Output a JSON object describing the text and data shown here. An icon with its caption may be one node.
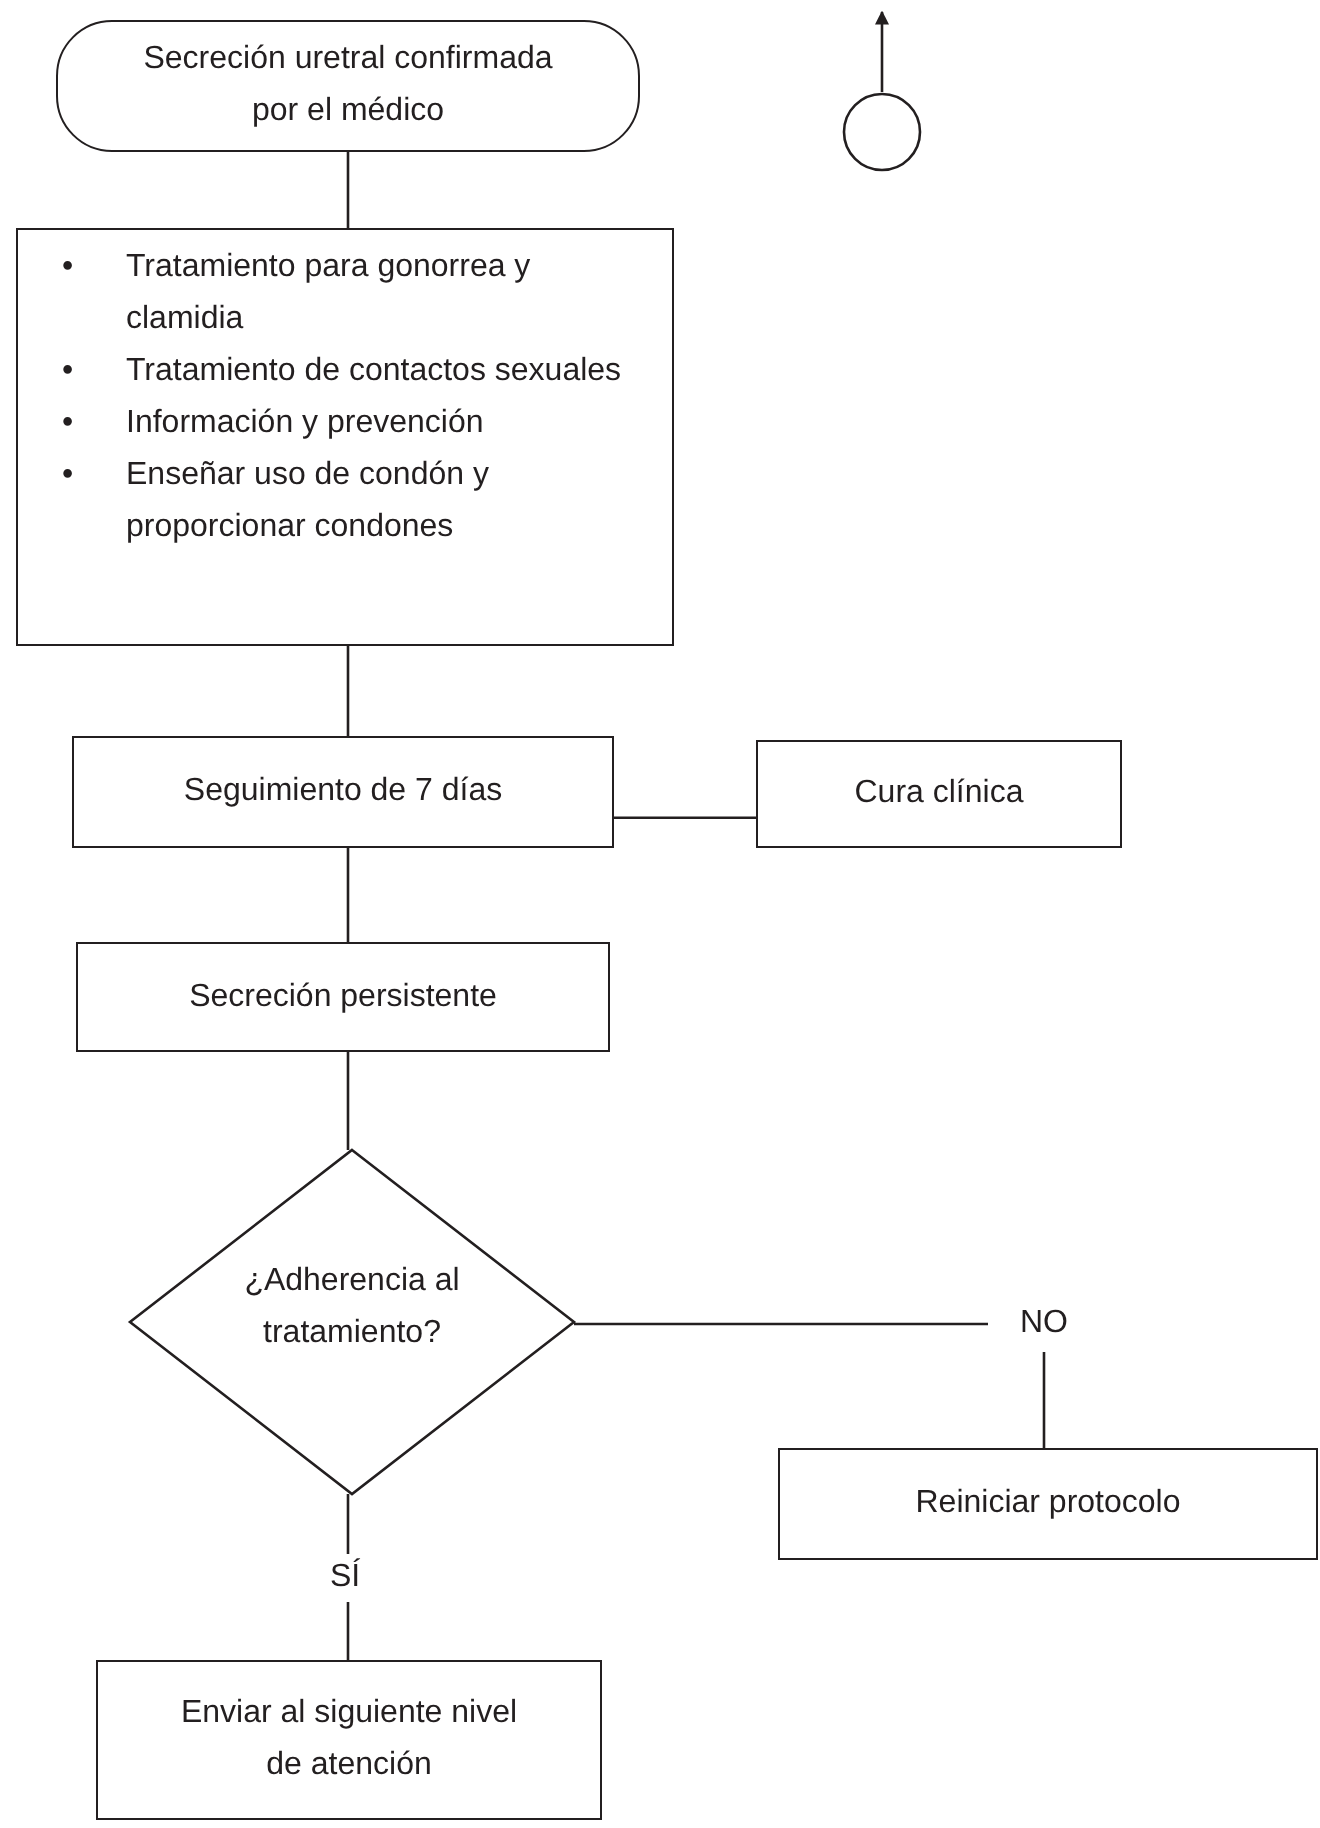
{
  "diagram": {
    "nodes": [
      {
        "text": [
          "Secreción uretral confirmada por el médico"
        ]
      },
      {
        "text": [
          "Tratamiento para gonorrea y clamidia",
          "Tratamiento de contactos sexuales",
          "Información y prevención",
          "Enseñar uso de condón y proporcionar condones"
        ]
      },
      {
        "text": [
          "Seguimiento de 7 días"
        ]
      },
      {
        "text": [
          "Cura clínica"
        ]
      },
      {
        "text": [
          "Secreción persistente"
        ]
      },
      {
        "text": [
          "¿Adherencia al tratamiento?"
        ]
      },
      {
        "text": [
          "NO"
        ]
      },
      {
        "text": [
          "Reiniciar protocolo"
        ]
      },
      {
        "text": [
          "Enviar al siguiente nivel de atención"
        ]
      },
      {
        "text": [],
        "shape": "circle"
      }
    ],
    "edges": [
      {
        "from": 0,
        "to": 1,
        "arrow": "none"
      },
      {
        "from": 1,
        "to": 2,
        "arrow": "none"
      },
      {
        "from": 2,
        "to": 3,
        "arrow": "none"
      },
      {
        "from": 2,
        "to": 4,
        "arrow": "none"
      },
      {
        "from": 4,
        "to": 5,
        "arrow": "none"
      },
      {
        "from": 5,
        "to": 6,
        "arrow": "none"
      },
      {
        "from": 6,
        "to": 7,
        "arrow": "none"
      },
      {
        "from": 5,
        "to": 8,
        "label": "SÍ",
        "arrow": "none"
      },
      {
        "from": 9,
        "to": null,
        "arrow": "to"
      }
    ],
    "labels": [
      "•",
      "•",
      "•",
      "•"
    ]
  }
}
